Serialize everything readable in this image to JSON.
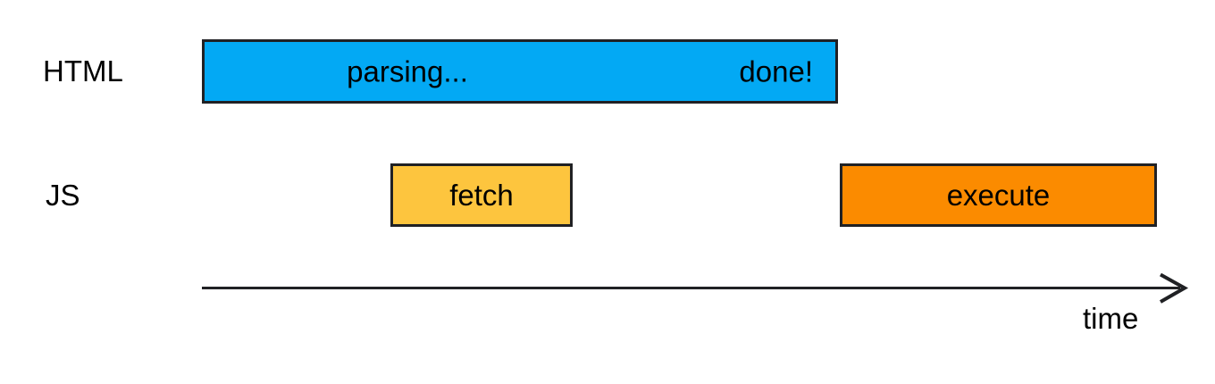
{
  "colors": {
    "background": "#ffffff",
    "parsing_fill": "#03a9f4",
    "fetch_fill": "#fdc53e",
    "execute_fill": "#fb8b00",
    "outline": "#202124",
    "text": "#000000"
  },
  "rows": {
    "html": {
      "label": "HTML"
    },
    "js": {
      "label": "JS"
    }
  },
  "bars": {
    "parsing": {
      "label": "parsing...",
      "done_label": "done!"
    },
    "fetch": {
      "label": "fetch"
    },
    "execute": {
      "label": "execute"
    }
  },
  "axis": {
    "label": "time"
  }
}
